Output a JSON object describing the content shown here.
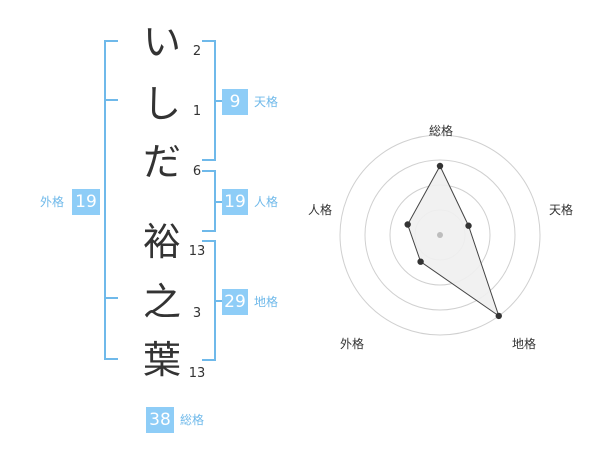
{
  "name": {
    "chars": [
      "い",
      "し",
      "だ",
      "裕",
      "之",
      "葉"
    ],
    "strokes": [
      "2",
      "1",
      "6",
      "13",
      "3",
      "13"
    ]
  },
  "fortune": {
    "tenkaku": {
      "value": "9",
      "label": "天格"
    },
    "jinkaku": {
      "value": "19",
      "label": "人格"
    },
    "chikaku": {
      "value": "29",
      "label": "地格"
    },
    "gaikaku": {
      "value": "19",
      "label": "外格"
    },
    "soukaku": {
      "value": "38",
      "label": "総格"
    }
  },
  "colors": {
    "accent": "#8ecdf7",
    "accent_text": "#6fb9ea"
  },
  "chart_data": {
    "type": "radar",
    "categories": [
      "総格",
      "天格",
      "地格",
      "外格",
      "人格"
    ],
    "values": [
      0.69,
      0.3,
      1.0,
      0.33,
      0.34
    ],
    "rings": 4
  }
}
